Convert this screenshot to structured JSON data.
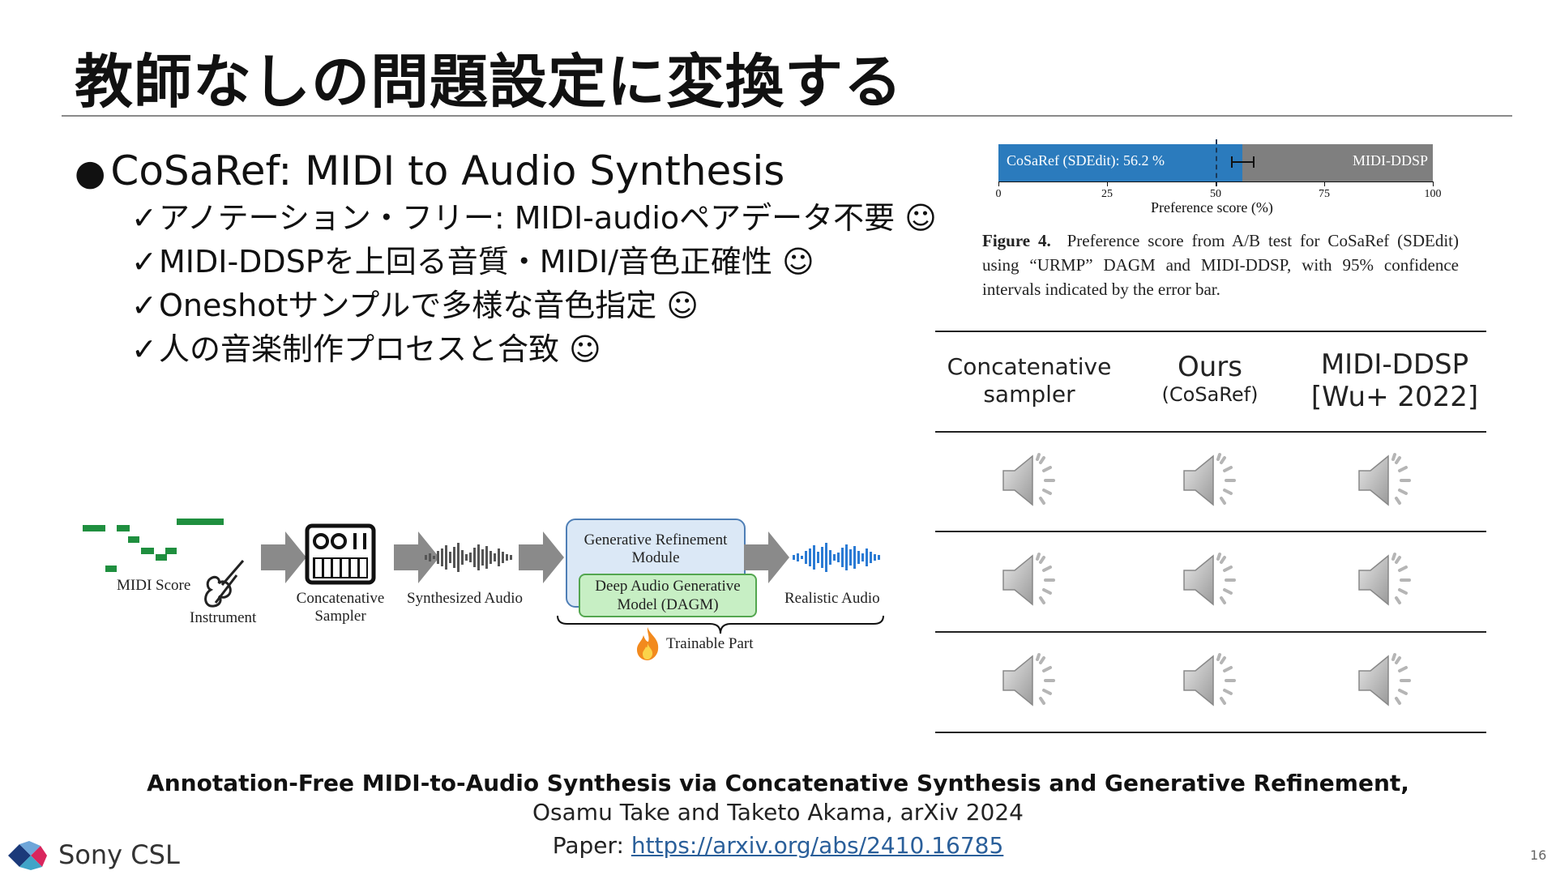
{
  "slide": {
    "title": "教師なしの問題設定に変換する",
    "page_number": "16"
  },
  "bullets": {
    "main": "CoSaRef: MIDI to Audio Synthesis",
    "main_marker": "●",
    "check": "✓",
    "items": [
      "アノテーション・フリー: MIDI-audioペアデータ不要 ☺",
      "MIDI-DDSPを上回る音質・MIDI/音色正確性 ☺",
      "Oneshotサンプルで多様な音色指定 ☺",
      "人の音楽制作プロセスと合致 ☺"
    ]
  },
  "figure": {
    "cosaref_label": "CoSaRef (SDEdit): 56.2 %",
    "midi_ddsp_label": "MIDI-DDSP",
    "cosaref_value": 56.2,
    "ci_low": 53.5,
    "ci_high": 58.9,
    "ticks": [
      "0",
      "25",
      "50",
      "75",
      "100"
    ],
    "axis_title": "Preference score (%)",
    "caption_label": "Figure 4.",
    "caption_text": "Preference score from A/B test for CoSaRef (SDEdit) using “URMP” DAGM and MIDI-DDSP, with 95% confidence intervals indicated by the error bar.",
    "colors": {
      "cosaref": "#2b7bbd",
      "midi_ddsp": "#7f7f7f"
    }
  },
  "audio_table": {
    "columns": [
      {
        "line1": "Concatenative",
        "line2": "sampler"
      },
      {
        "line1": "Ours",
        "line2": "(CoSaRef)"
      },
      {
        "line1": "MIDI-DDSP",
        "line2": "[Wu+ 2022]"
      }
    ],
    "rows": 3,
    "icon": "speaker-icon"
  },
  "pipeline": {
    "midi_score": "MIDI Score",
    "instrument": "Instrument",
    "sampler_line1": "Concatenative",
    "sampler_line2": "Sampler",
    "synth_audio": "Synthesized Audio",
    "grm_line1": "Generative Refinement",
    "grm_line2": "Module",
    "dagm_line1": "Deep Audio Generative",
    "dagm_line2": "Model (DAGM)",
    "realistic_audio": "Realistic Audio",
    "trainable": "Trainable Part",
    "colors": {
      "midi": "#1f8f3f",
      "wave_gray": "#555555",
      "wave_blue": "#2b7bd4",
      "arrow": "#8a8a8a"
    }
  },
  "reference": {
    "title": "Annotation-Free MIDI-to-Audio Synthesis via Concatenative Synthesis and Generative Refinement,",
    "authors": "Osamu Take and Taketo Akama, arXiv 2024",
    "paper_label": "Paper: ",
    "paper_url": "https://arxiv.org/abs/2410.16785"
  },
  "logo": {
    "text": "Sony CSL"
  }
}
